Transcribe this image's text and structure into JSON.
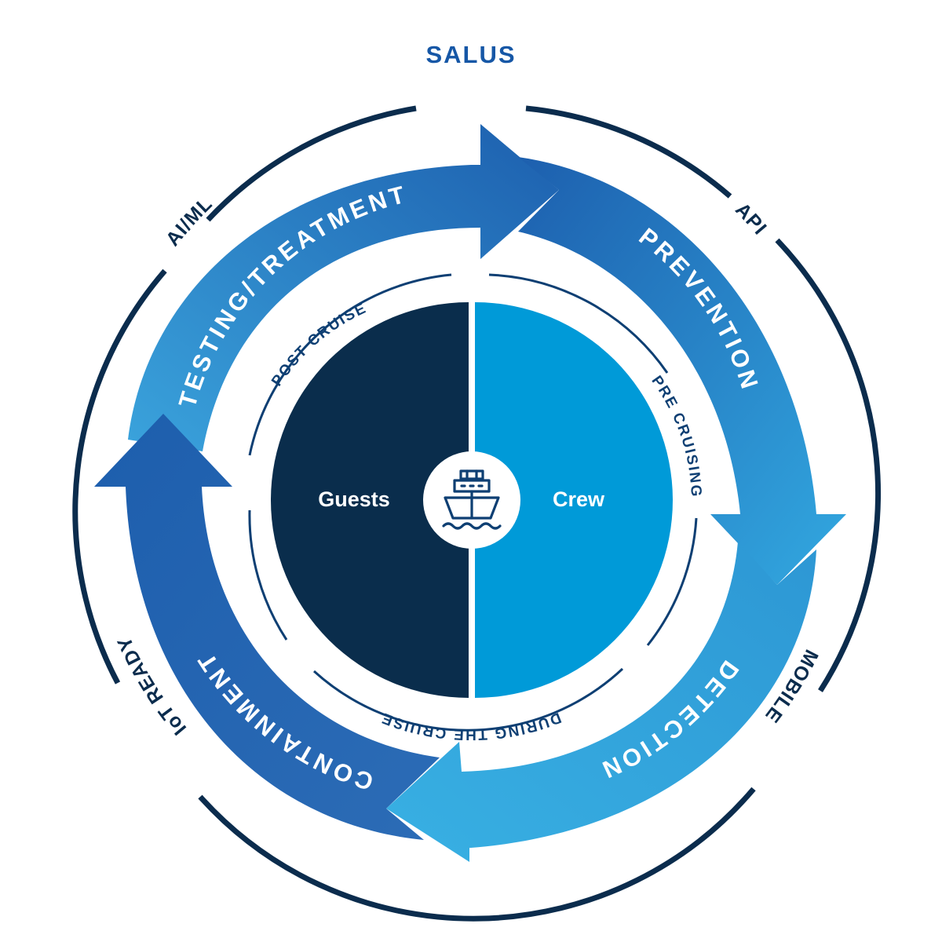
{
  "title": "SALUS",
  "outer_ring_labels": {
    "api": "API",
    "mobile": "MOBILE",
    "iot_ready": "IoT READY",
    "ai_ml": "AI/ML"
  },
  "phases": {
    "prevention": "PREVENTION",
    "detection": "DETECTION",
    "containment": "CONTAINMENT",
    "testing_treatment": "TESTING/TREATMENT"
  },
  "stages": {
    "pre_cruising": "PRE CRUISING",
    "during_the_cruise": "DURING THE CRUISE",
    "post_cruise": "POST CRUISE"
  },
  "center": {
    "left_label": "Guests",
    "right_label": "Crew",
    "icon": "ship-icon"
  },
  "colors": {
    "navy": "#0b2c4d",
    "dark_blue": "#0e4d92",
    "guests_fill": "#0a2d4c",
    "crew_fill": "#009ad8",
    "arrow_dark": "#1b5aa8",
    "arrow_mid": "#2f7fc2",
    "arrow_light": "#34aee0"
  }
}
